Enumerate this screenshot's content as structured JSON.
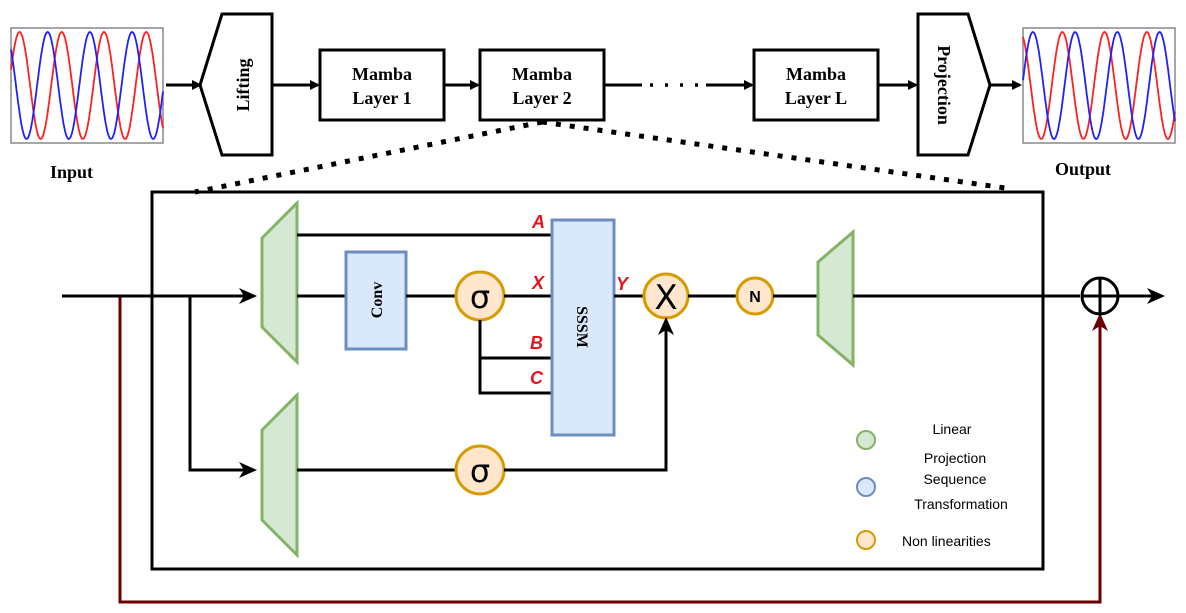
{
  "colors": {
    "linear": "#d5e8d4",
    "linear_stroke": "#82b366",
    "sequence": "#dae8fc",
    "sequence_stroke": "#6c8ebf",
    "nonlin": "#ffe6cc",
    "nonlin_stroke": "#d79b00",
    "residual": "#6b0000",
    "signal_red": "#ff2020",
    "signal_blue": "#2020ff"
  },
  "pipeline": {
    "input_label": "Input",
    "output_label": "Output",
    "lifting": "Lifting",
    "projection": "Projection",
    "layer1": [
      "Mamba",
      "Layer 1"
    ],
    "layer2": [
      "Mamba",
      "Layer 2"
    ],
    "layerL": [
      "Mamba",
      "Layer L"
    ]
  },
  "block": {
    "conv": "Conv",
    "sssm": "SSSM",
    "sigma": "σ",
    "norm": "N",
    "mult": "X",
    "port_a": "A",
    "port_x": "X",
    "port_b": "B",
    "port_c": "C",
    "port_y": "Y"
  },
  "legend": {
    "linear_line1": "Linear",
    "linear_line2": "Projection",
    "sequence_line1": "Sequence",
    "sequence_line2": "Transformation",
    "nonlin": "Non linearities"
  }
}
